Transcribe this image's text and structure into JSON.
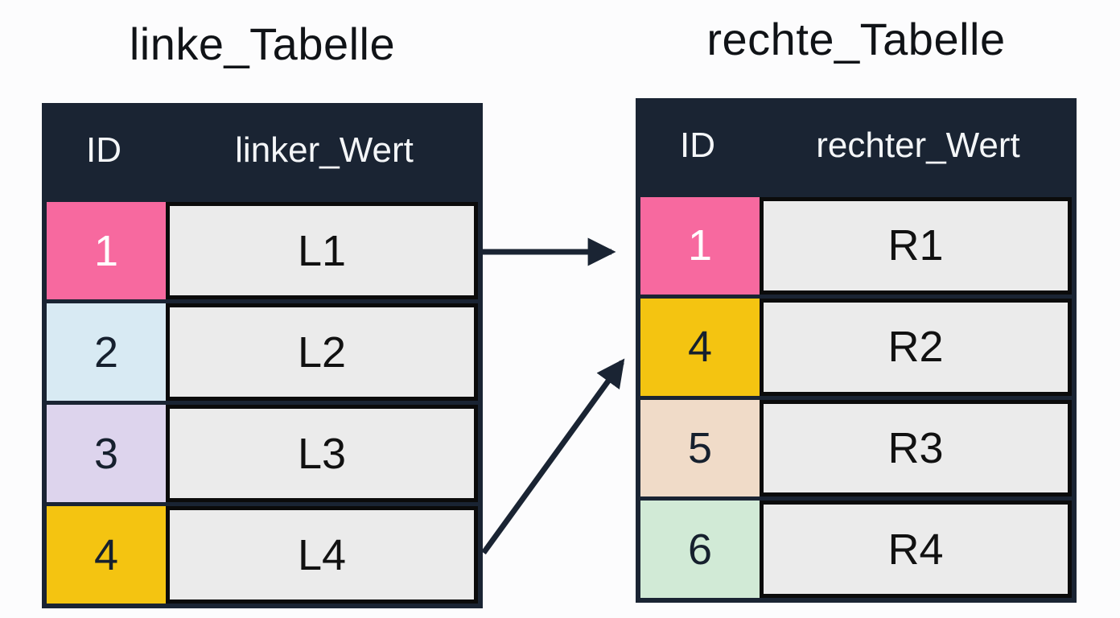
{
  "diagram": {
    "left_table": {
      "title": "linke_Tabelle",
      "headers": {
        "id": "ID",
        "value": "linker_Wert"
      },
      "rows": [
        {
          "id": "1",
          "value": "L1",
          "id_bg": "#F7699F",
          "id_text_color": "#FFFFFF"
        },
        {
          "id": "2",
          "value": "L2",
          "id_bg": "#D8EAF3",
          "id_text_color": "#16202E"
        },
        {
          "id": "3",
          "value": "L3",
          "id_bg": "#DDD4ED",
          "id_text_color": "#16202E"
        },
        {
          "id": "4",
          "value": "L4",
          "id_bg": "#F4C411",
          "id_text_color": "#16202E"
        }
      ]
    },
    "right_table": {
      "title": "rechte_Tabelle",
      "headers": {
        "id": "ID",
        "value": "rechter_Wert"
      },
      "rows": [
        {
          "id": "1",
          "value": "R1",
          "id_bg": "#F7699F",
          "id_text_color": "#FFFFFF"
        },
        {
          "id": "4",
          "value": "R2",
          "id_bg": "#F4C411",
          "id_text_color": "#16202E"
        },
        {
          "id": "5",
          "value": "R3",
          "id_bg": "#F0DBC8",
          "id_text_color": "#16202E"
        },
        {
          "id": "6",
          "value": "R4",
          "id_bg": "#D1EAD6",
          "id_text_color": "#16202E"
        }
      ]
    },
    "relationships": [
      {
        "from_left_id": "1",
        "to_right_id": "1"
      },
      {
        "from_left_id": "4",
        "to_right_id": "4"
      }
    ],
    "colors": {
      "header_bg": "#1A2433",
      "arrow": "#1A2433",
      "value_cell_bg": "#EBEBEB",
      "value_cell_border": "#0B0B0B",
      "background": "#FCFCFD"
    }
  }
}
